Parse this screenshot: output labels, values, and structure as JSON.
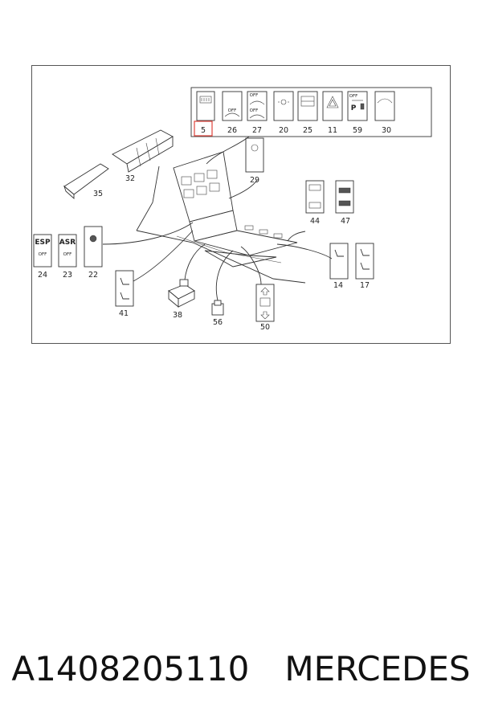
{
  "labels": {
    "n5": "5",
    "n26": "26",
    "n27": "27",
    "n20": "20",
    "n25": "25",
    "n11": "11",
    "n59": "59",
    "n30": "30",
    "n29": "29",
    "n32": "32",
    "n35": "35",
    "n44": "44",
    "n47": "47",
    "n24": "24",
    "n23": "23",
    "n22": "22",
    "n41": "41",
    "n38": "38",
    "n56": "56",
    "n50": "50",
    "n14": "14",
    "n17": "17"
  },
  "switch_text": {
    "off": "OFF",
    "esp": "ESP",
    "asr": "ASR",
    "p": "P"
  },
  "caption": {
    "part_number": "A1408205110",
    "brand": "MERCEDES"
  },
  "colors": {
    "highlight": "#e0433b",
    "line": "#333333"
  }
}
